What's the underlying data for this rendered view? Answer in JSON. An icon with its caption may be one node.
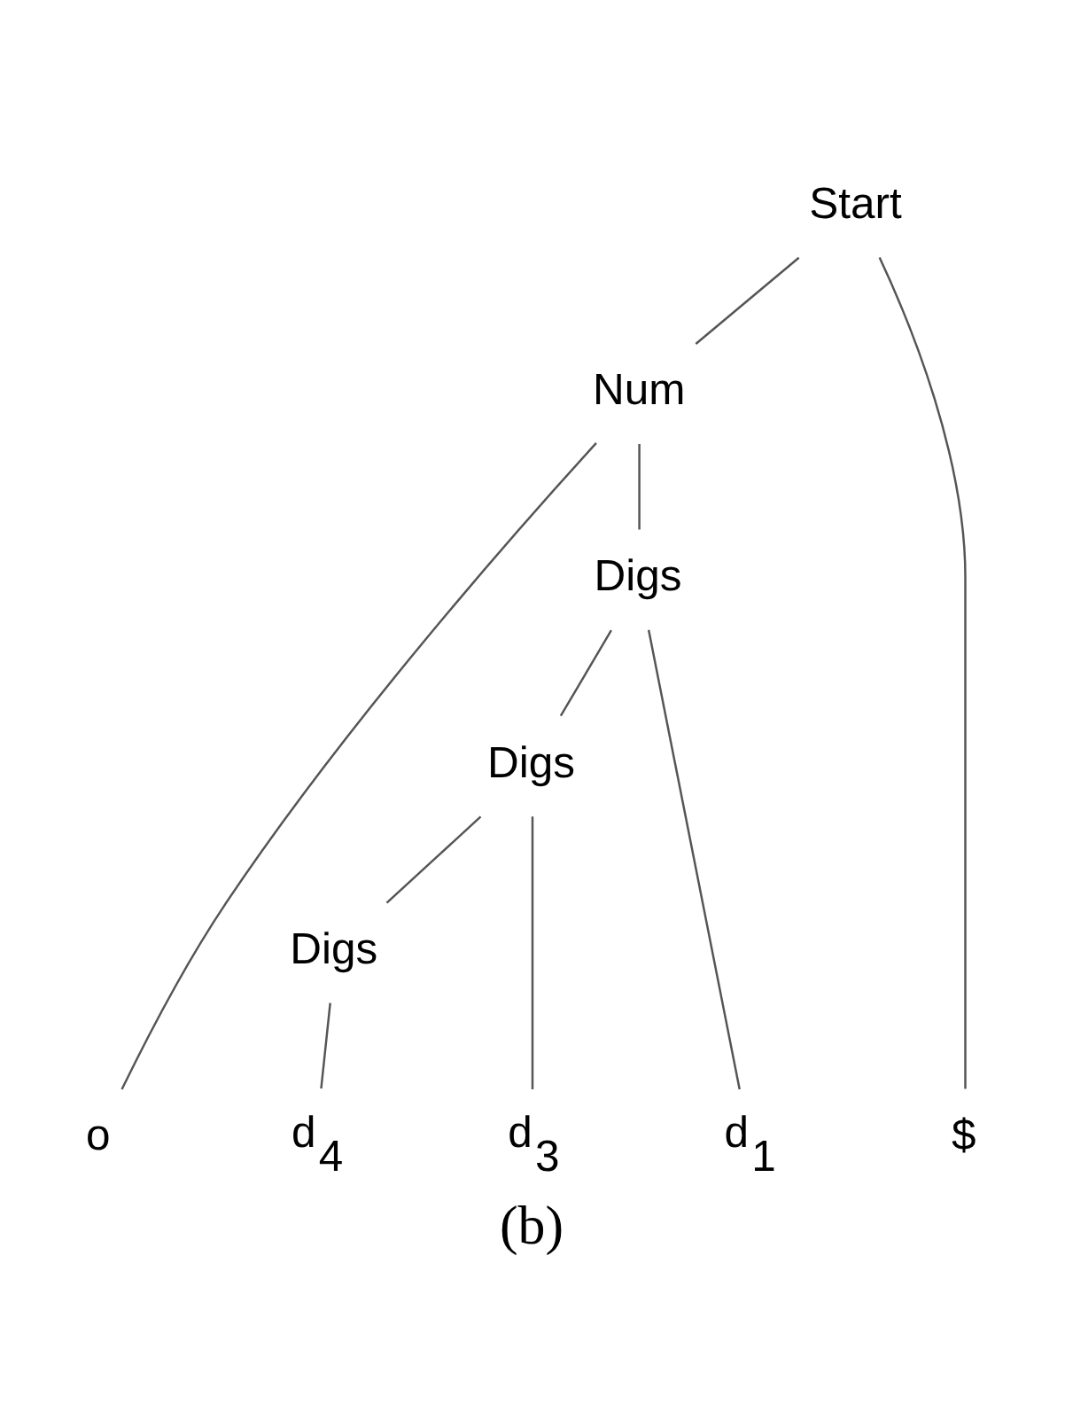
{
  "diagram": {
    "caption": "(b)",
    "nodes": [
      {
        "text": [
          "Start"
        ]
      },
      {
        "text": [
          "Num"
        ]
      },
      {
        "text": [
          "Digs"
        ]
      },
      {
        "text": [
          "Digs"
        ]
      },
      {
        "text": [
          "Digs"
        ]
      },
      {
        "text": [
          "o"
        ]
      },
      {
        "text": [
          "d$_{4}$"
        ]
      },
      {
        "text": [
          "d$_{3}$"
        ]
      },
      {
        "text": [
          "d$_{1}$"
        ]
      },
      {
        "text": [
          "$"
        ]
      }
    ],
    "edges": [
      {
        "from": 0,
        "to": 1,
        "arrow": "none"
      },
      {
        "from": 0,
        "to": 9,
        "arrow": "none"
      },
      {
        "from": 1,
        "to": 5,
        "arrow": "none"
      },
      {
        "from": 1,
        "to": 2,
        "arrow": "none"
      },
      {
        "from": 2,
        "to": 3,
        "arrow": "none"
      },
      {
        "from": 2,
        "to": 8,
        "arrow": "none"
      },
      {
        "from": 3,
        "to": 4,
        "arrow": "none"
      },
      {
        "from": 3,
        "to": 7,
        "arrow": "none"
      },
      {
        "from": 4,
        "to": 6,
        "arrow": "none"
      }
    ]
  }
}
